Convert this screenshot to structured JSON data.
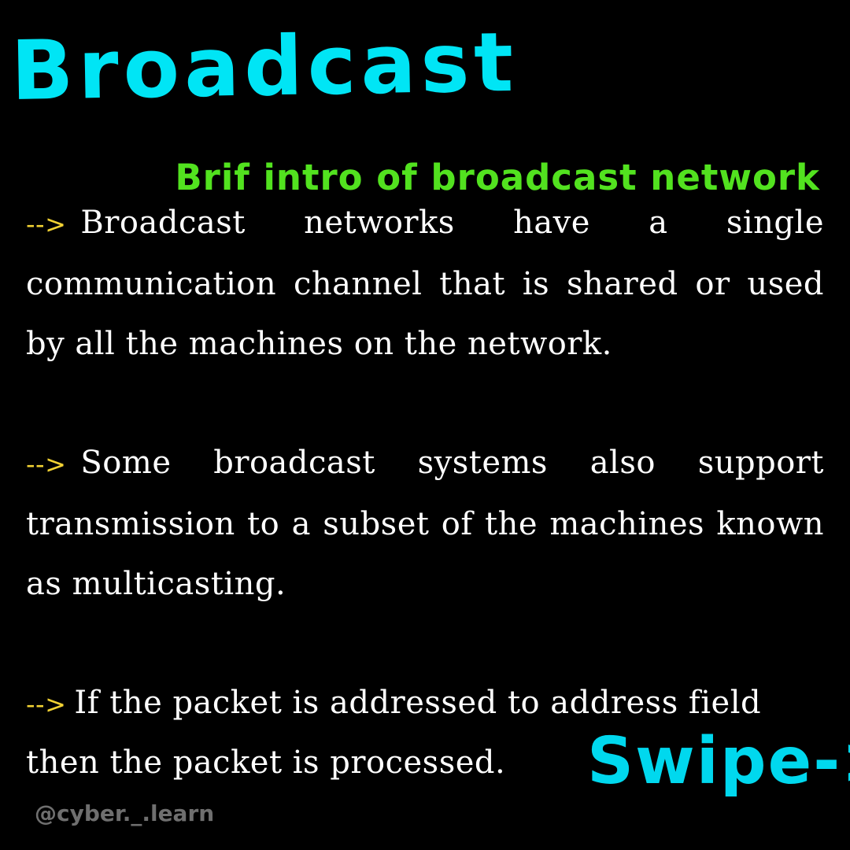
{
  "title": "Broadcast",
  "subtitle": "Brif intro of broadcast network",
  "colors": {
    "background": "#000000",
    "title": "#00e5f5",
    "subtitle": "#52e21f",
    "arrow": "#f2d233",
    "body_text": "#ffffff",
    "swipe": "#00d8ee",
    "handle": "#6f6f6f"
  },
  "paragraphs": [
    {
      "arrow": "-->",
      "text": "Broadcast networks have a single communication channel that is shared or used by all the machines on the network."
    },
    {
      "arrow": "-->",
      "text": "Some broadcast systems also support transmission to a subset of the machines known as multicasting."
    },
    {
      "arrow": "-->",
      "text_line1": "If the packet is addressed to address field",
      "text_line2": "then the packet is processed."
    }
  ],
  "swipe_label": "Swipe->",
  "handle": "@cyber._.learn"
}
